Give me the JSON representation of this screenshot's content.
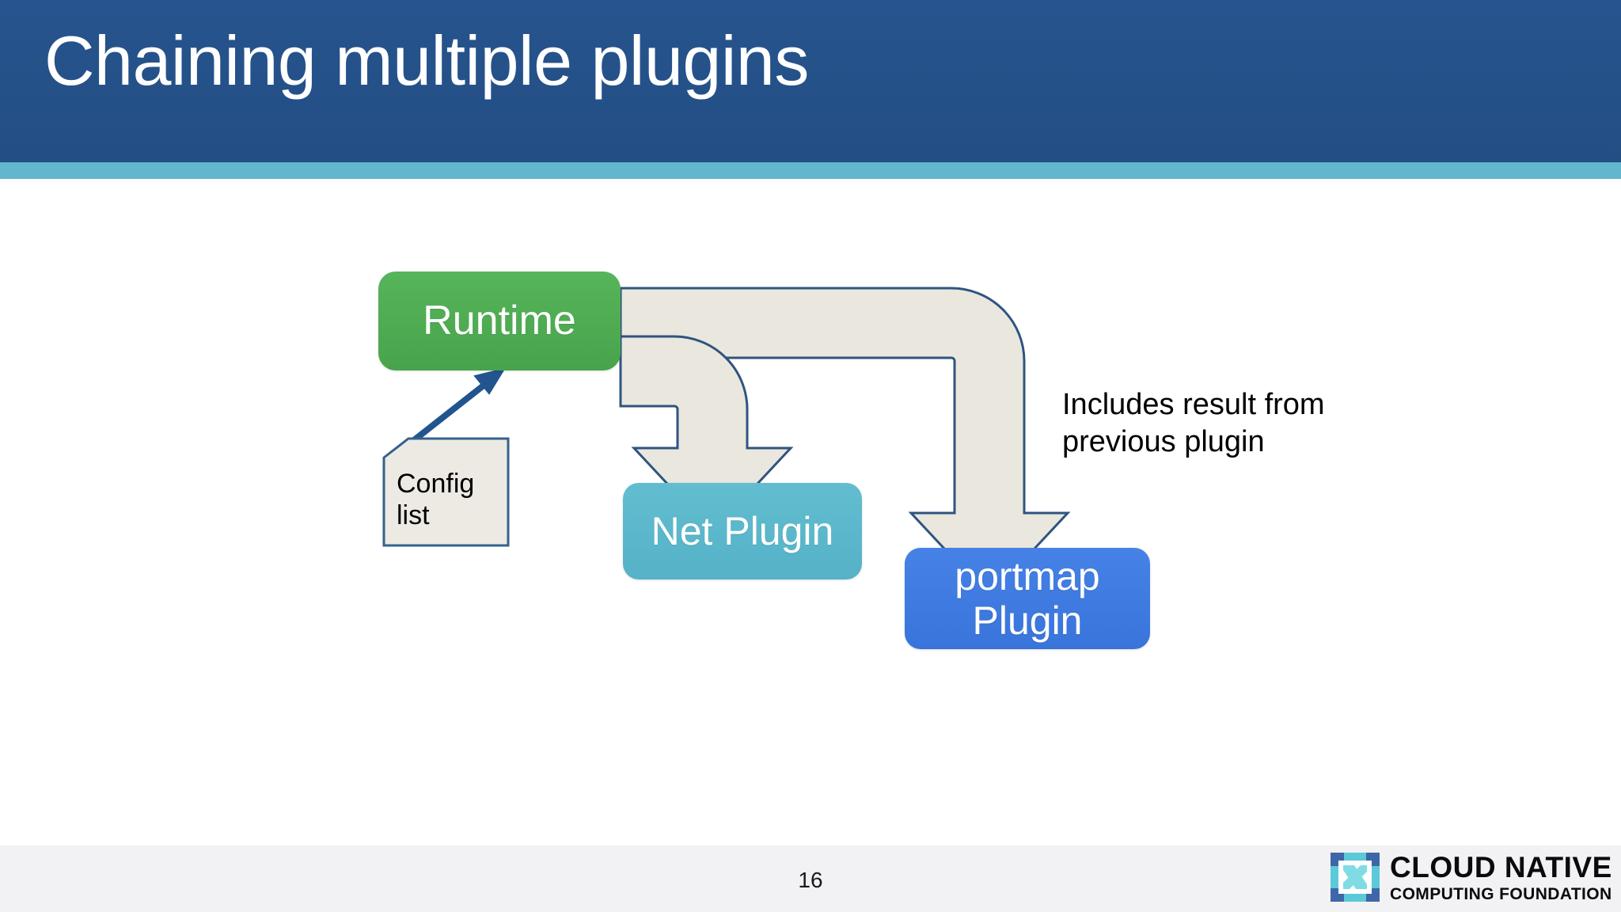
{
  "slide": {
    "title": "Chaining multiple plugins",
    "page_number": "16"
  },
  "colors": {
    "header_blue": "#24548C",
    "header_accent": "#62B6CE",
    "runtime_green": "#4CAF50",
    "net_plugin_teal": "#5BB8CC",
    "portmap_blue": "#3E7BE0",
    "arrow_fill": "#EAE7DE",
    "arrow_stroke": "#2F5480",
    "config_fill": "#EDEAE3",
    "footer_gray": "#F2F1F4",
    "title_text": "#FFFFFF",
    "body_text": "#000000"
  },
  "diagram": {
    "nodes": [
      {
        "id": "runtime",
        "label": "Runtime",
        "shape": "rounded-rect",
        "fill": "#4CAF50"
      },
      {
        "id": "config-list",
        "label": "Config\nlist",
        "shape": "folded-corner-document",
        "fill": "#EDEAE3"
      },
      {
        "id": "net-plugin",
        "label": "Net Plugin",
        "shape": "rounded-rect",
        "fill": "#5BB8CC"
      },
      {
        "id": "portmap-plugin",
        "label": "portmap\nPlugin",
        "shape": "rounded-rect",
        "fill": "#3E7BE0"
      }
    ],
    "edges": [
      {
        "id": "runtime-to-net",
        "from": "runtime",
        "to": "net-plugin",
        "style": "block-elbow-arrow"
      },
      {
        "id": "runtime-to-portmap",
        "from": "runtime",
        "to": "portmap-plugin",
        "style": "block-elbow-arrow"
      },
      {
        "id": "config-to-runtime",
        "from": "config-list",
        "to": "runtime",
        "style": "line-arrow"
      }
    ],
    "annotation": "Includes result from\nprevious plugin"
  },
  "footer": {
    "logo": {
      "name": "cncf-logo",
      "line1": "CLOUD NATIVE",
      "line2": "COMPUTING FOUNDATION"
    }
  }
}
